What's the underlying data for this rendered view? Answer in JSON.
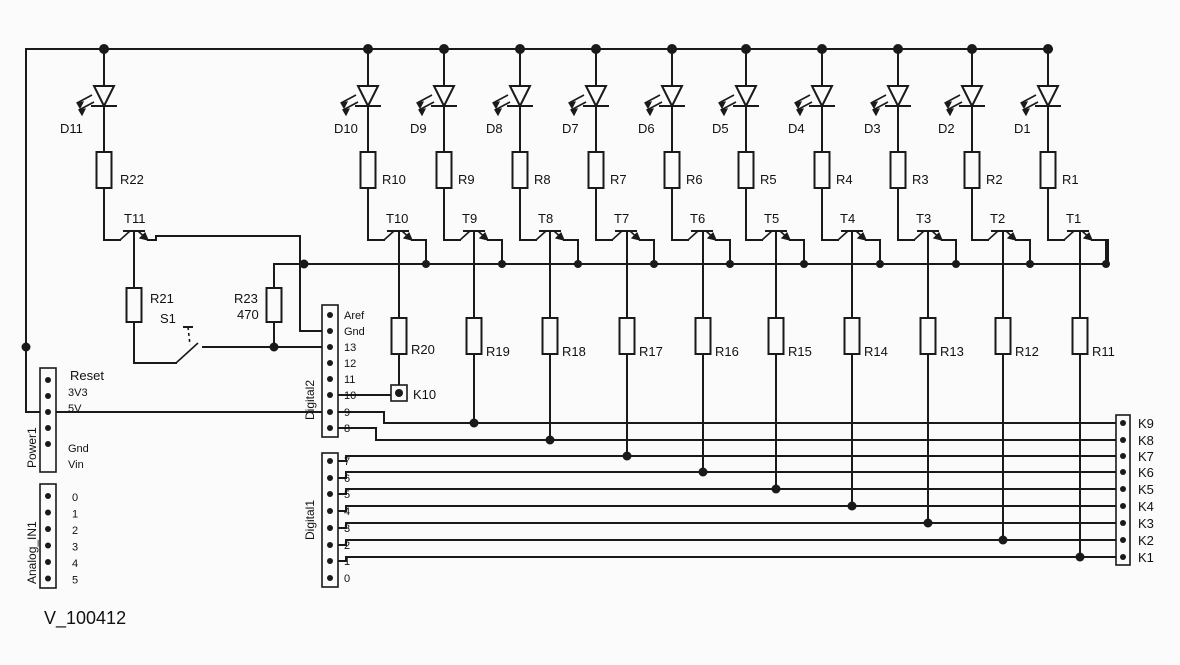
{
  "version": "V_100412",
  "drivers": [
    {
      "led": "D1",
      "r_led": "R1",
      "t": "T1",
      "r_col": "R11",
      "k": "K1",
      "pin": 1
    },
    {
      "led": "D2",
      "r_led": "R2",
      "t": "T2",
      "r_col": "R12",
      "k": "K2",
      "pin": 2
    },
    {
      "led": "D3",
      "r_led": "R3",
      "t": "T3",
      "r_col": "R13",
      "k": "K3",
      "pin": 3
    },
    {
      "led": "D4",
      "r_led": "R4",
      "t": "T4",
      "r_col": "R14",
      "k": "K4",
      "pin": 4
    },
    {
      "led": "D5",
      "r_led": "R5",
      "t": "T5",
      "r_col": "R15",
      "k": "K5",
      "pin": 5
    },
    {
      "led": "D6",
      "r_led": "R6",
      "t": "T6",
      "r_col": "R16",
      "k": "K6",
      "pin": 6
    },
    {
      "led": "D7",
      "r_led": "R7",
      "t": "T7",
      "r_col": "R17",
      "k": "K7",
      "pin": 7
    },
    {
      "led": "D8",
      "r_led": "R8",
      "t": "T8",
      "r_col": "R18",
      "k": "K8",
      "pin": 8
    },
    {
      "led": "D9",
      "r_led": "R9",
      "t": "T9",
      "r_col": "R19",
      "k": "K9",
      "pin": 9
    },
    {
      "led": "D10",
      "r_led": "R10",
      "t": "T10",
      "r_col": "R20",
      "k": "K10",
      "pin": 10
    }
  ],
  "aux": {
    "led": "D11",
    "r_led": "R22",
    "t": "T11",
    "r_base": "R21",
    "switch": "S1",
    "r_sw": "R23",
    "r_sw_value": "470"
  },
  "headers": {
    "digital2": {
      "name": "Digital2",
      "pins": [
        "Aref",
        "Gnd",
        "13",
        "12",
        "11",
        "10",
        "9",
        "8"
      ]
    },
    "digital1": {
      "name": "Digital1",
      "pins": [
        "7",
        "6",
        "5",
        "4",
        "3",
        "2",
        "1",
        "0"
      ]
    },
    "power": {
      "name": "Power1",
      "pins": [
        "Reset",
        "3V3",
        "5V",
        "Gnd",
        "Vin"
      ]
    },
    "analog": {
      "name": "Analog_IN1",
      "pins": [
        "0",
        "1",
        "2",
        "3",
        "4",
        "5"
      ]
    }
  }
}
